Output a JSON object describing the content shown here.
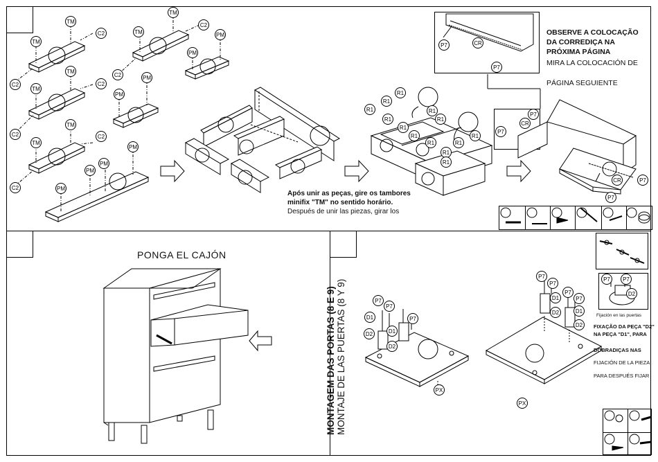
{
  "page": {
    "tags": {
      "tm": "TM",
      "c2": "C2",
      "pm": "PM",
      "r1": "R1",
      "cr": "CR",
      "p7": "P7",
      "d1": "D1",
      "d2": "D2",
      "px": "PX"
    },
    "step1": {
      "note_pt": "Após unir as peças, gire os tambores",
      "note_pt2": "minifix \"TM\" no sentido horário.",
      "note_es": "Después de unir las piezas, girar los"
    },
    "observe": {
      "line1": "OBSERVE A COLOCAÇÃO",
      "line2": "DA CORREDIÇA NA",
      "line3": "PRÓXIMA PÁGINA",
      "line4": "MIRA LA COLOCACIÓN DE",
      "line5": "PÁGINA SEGUIENTE"
    },
    "step2": {
      "title": "PONGA EL CAJÓN"
    },
    "step3": {
      "title_pt": "MONTAGEM DAS PORTAS (8 E 9)",
      "title_es": "MONTAJE DE LAS PUERTAS (8 Y 9)",
      "inset_caption": "Fijación en las puertas",
      "note1": "FIXAÇÃO DA PEÇA \"D2\"",
      "note2": "NA PEÇA \"D1\", PARA",
      "note3": "DOBRADIÇAS NAS",
      "note4": "FIJACIÓN DE LA PIEZA",
      "note5": "PARA DESPUÉS FIJAR"
    }
  }
}
